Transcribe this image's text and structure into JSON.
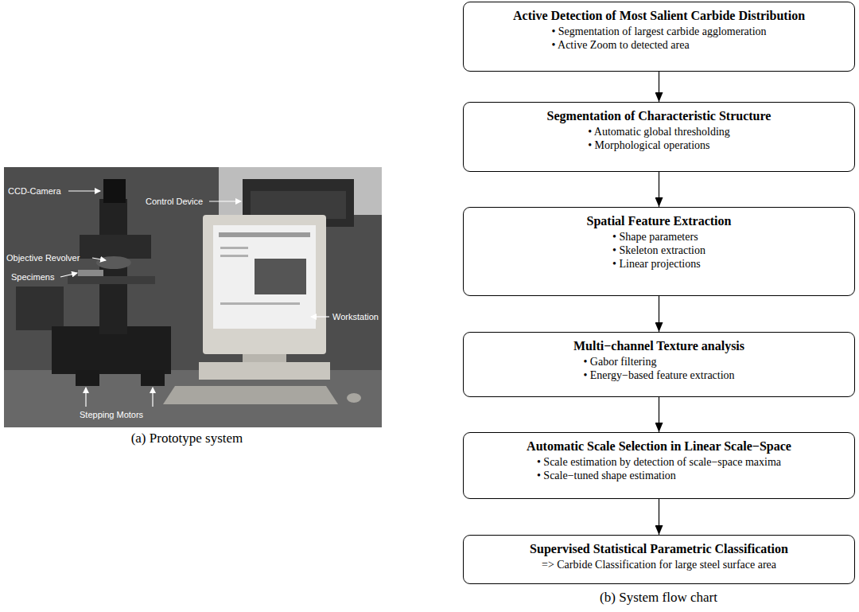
{
  "diagram": {
    "nodes": [
      {
        "text": [
          "Active Detection of Most Salient Carbide Distribution",
          "• Segmentation of largest carbide agglomeration",
          "• Active Zoom to detected area"
        ]
      },
      {
        "text": [
          "Segmentation of Characteristic Structure",
          "• Automatic global thresholding",
          "• Morphological operations"
        ]
      },
      {
        "text": [
          "Spatial Feature Extraction",
          "• Shape parameters",
          "• Skeleton extraction",
          "• Linear projections"
        ]
      },
      {
        "text": [
          "Multi−channel Texture analysis",
          "• Gabor filtering",
          "• Energy−based feature extraction"
        ]
      },
      {
        "text": [
          "Automatic Scale Selection in Linear Scale−Space",
          "• Scale estimation by detection of scale−space maxima",
          "• Scale−tuned shape estimation"
        ]
      },
      {
        "text": [
          "Supervised Statistical Parametric Classification",
          "=> Carbide Classification for large steel surface area"
        ]
      }
    ],
    "edges": [
      {
        "from": 0,
        "to": 1,
        "arrow": "to"
      },
      {
        "from": 1,
        "to": 2,
        "arrow": "to"
      },
      {
        "from": 2,
        "to": 3,
        "arrow": "to"
      },
      {
        "from": 3,
        "to": 4,
        "arrow": "to"
      },
      {
        "from": 4,
        "to": 5,
        "arrow": "to"
      }
    ],
    "labels": [
      "CCD-Camera",
      "Control Device",
      "Objective Revolver",
      "Specimens",
      "Workstation",
      "Stepping Motors",
      "(a) Prototype system",
      "(b) System flow chart"
    ]
  }
}
